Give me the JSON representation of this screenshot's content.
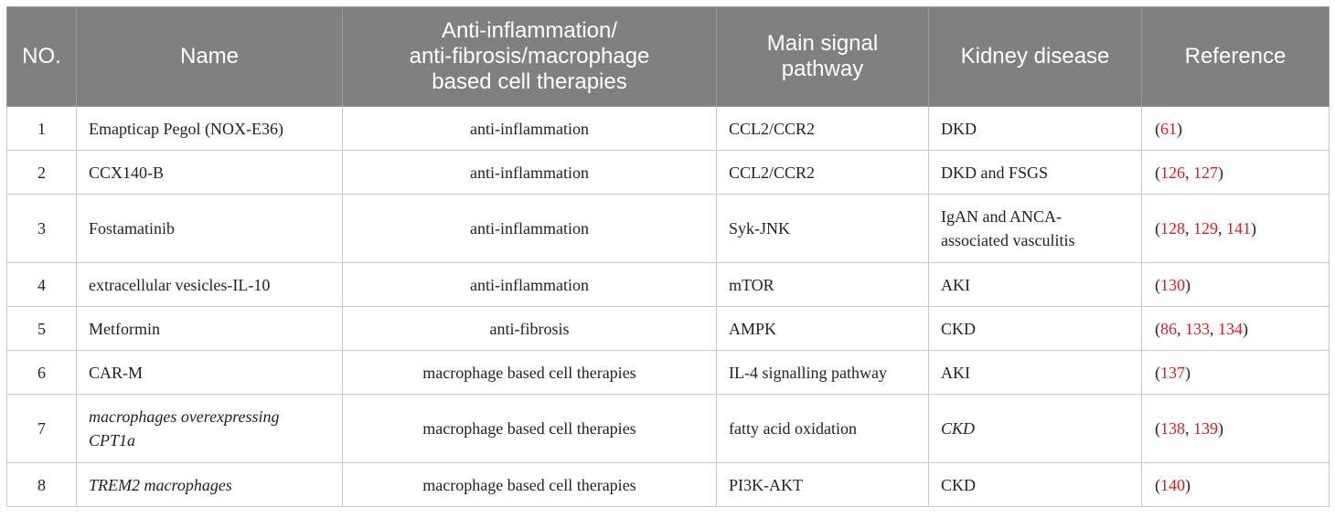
{
  "table": {
    "headers": [
      "NO.",
      "Name",
      "Anti-inflammation/ anti-fibrosis/macrophage based cell therapies",
      "Main signal pathway",
      "Kidney disease",
      "Reference"
    ],
    "header_lines": {
      "therapy": [
        "Anti-inflammation/",
        "anti-fibrosis/macrophage",
        "based cell therapies"
      ],
      "pathway": [
        "Main signal",
        "pathway"
      ]
    },
    "colors": {
      "header_bg": "#808080",
      "header_text": "#ffffff",
      "ref_link": "#cc1f2a",
      "border": "#c8c8c8"
    },
    "rows": [
      {
        "no": "1",
        "name": "Emapticap Pegol (NOX-E36)",
        "therapy": "anti-inflammation",
        "pathway": "CCL2/CCR2",
        "disease": "DKD",
        "refs": [
          "61"
        ]
      },
      {
        "no": "2",
        "name": "CCX140-B",
        "therapy": "anti-inflammation",
        "pathway": "CCL2/CCR2",
        "disease": "DKD and FSGS",
        "refs": [
          "126",
          "127"
        ]
      },
      {
        "no": "3",
        "name": "Fostamatinib",
        "therapy": "anti-inflammation",
        "pathway": "Syk-JNK",
        "disease_lines": [
          "IgAN and ANCA-",
          "associated vasculitis"
        ],
        "refs": [
          "128",
          "129",
          "141"
        ]
      },
      {
        "no": "4",
        "name": "extracellular vesicles-IL-10",
        "therapy": "anti-inflammation",
        "pathway": "mTOR",
        "disease": "AKI",
        "refs": [
          "130"
        ]
      },
      {
        "no": "5",
        "name": "Metformin",
        "therapy": "anti-fibrosis",
        "pathway": "AMPK",
        "disease": "CKD",
        "refs": [
          "86",
          "133",
          "134"
        ]
      },
      {
        "no": "6",
        "name": "CAR-M",
        "therapy": "macrophage based cell therapies",
        "pathway": "IL-4 signalling pathway",
        "disease": "AKI",
        "refs": [
          "137"
        ]
      },
      {
        "no": "7",
        "name_lines": [
          "macrophages overexpressing",
          "CPT1a"
        ],
        "therapy": "macrophage based cell therapies",
        "pathway": "fatty acid oxidation",
        "disease": "CKD",
        "refs": [
          "138",
          "139"
        ]
      },
      {
        "no": "8",
        "name": "TREM2 macrophages",
        "therapy": "macrophage based cell therapies",
        "pathway": "PI3K-AKT",
        "disease": "CKD",
        "refs": [
          "140"
        ]
      }
    ]
  }
}
